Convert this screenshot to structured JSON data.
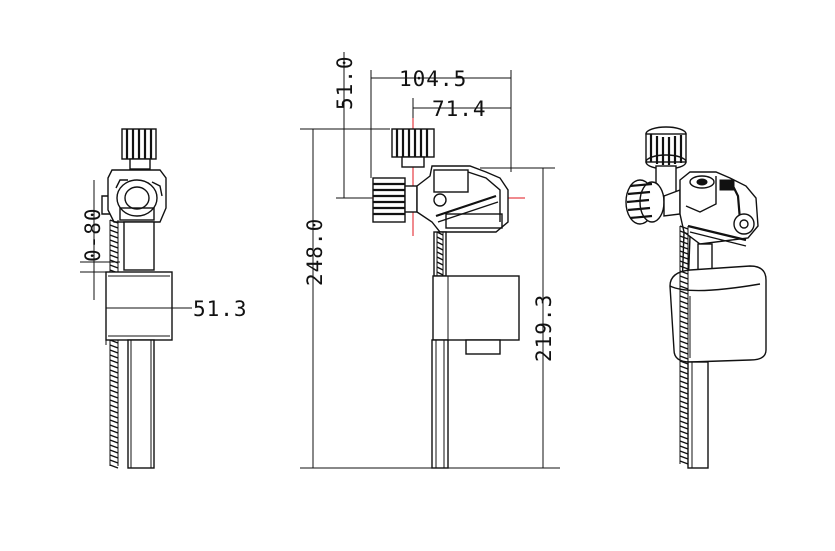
{
  "dimensions": {
    "height_adjust": "0-80",
    "float_width": "51.3",
    "offset_top": "51.0",
    "width_total": "104.5",
    "width_partial": "71.4",
    "height_total": "248.0",
    "height_outlet": "219.3"
  },
  "colors": {
    "line": "#111111",
    "centerline": "#e0141e",
    "background": "#ffffff"
  }
}
